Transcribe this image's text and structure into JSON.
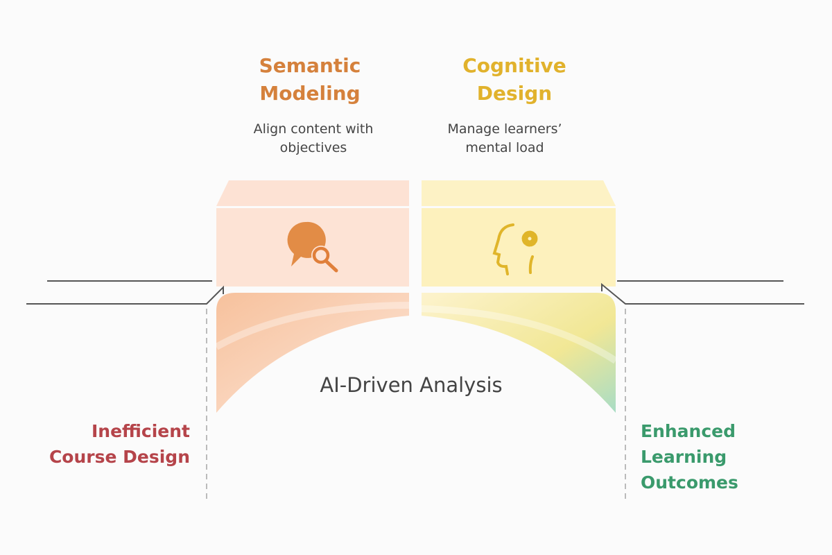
{
  "stages": [
    {
      "title_lines": [
        "Semantic",
        "Modeling"
      ],
      "description_lines": [
        "Align content with",
        "objectives"
      ],
      "icon": "chat-search-icon",
      "color": "#d5813c"
    },
    {
      "title_lines": [
        "Cognitive",
        "Design"
      ],
      "description_lines": [
        "Manage learners’",
        "mental load"
      ],
      "icon": "head-gear-icon",
      "color": "#e1b22c"
    }
  ],
  "center_label": "AI-Driven Analysis",
  "start": {
    "lines": [
      "Inefficient",
      "Course Design"
    ],
    "color": "#b5444a"
  },
  "end": {
    "lines": [
      "Enhanced",
      "Learning",
      "Outcomes"
    ],
    "color": "#3a9a6c"
  }
}
